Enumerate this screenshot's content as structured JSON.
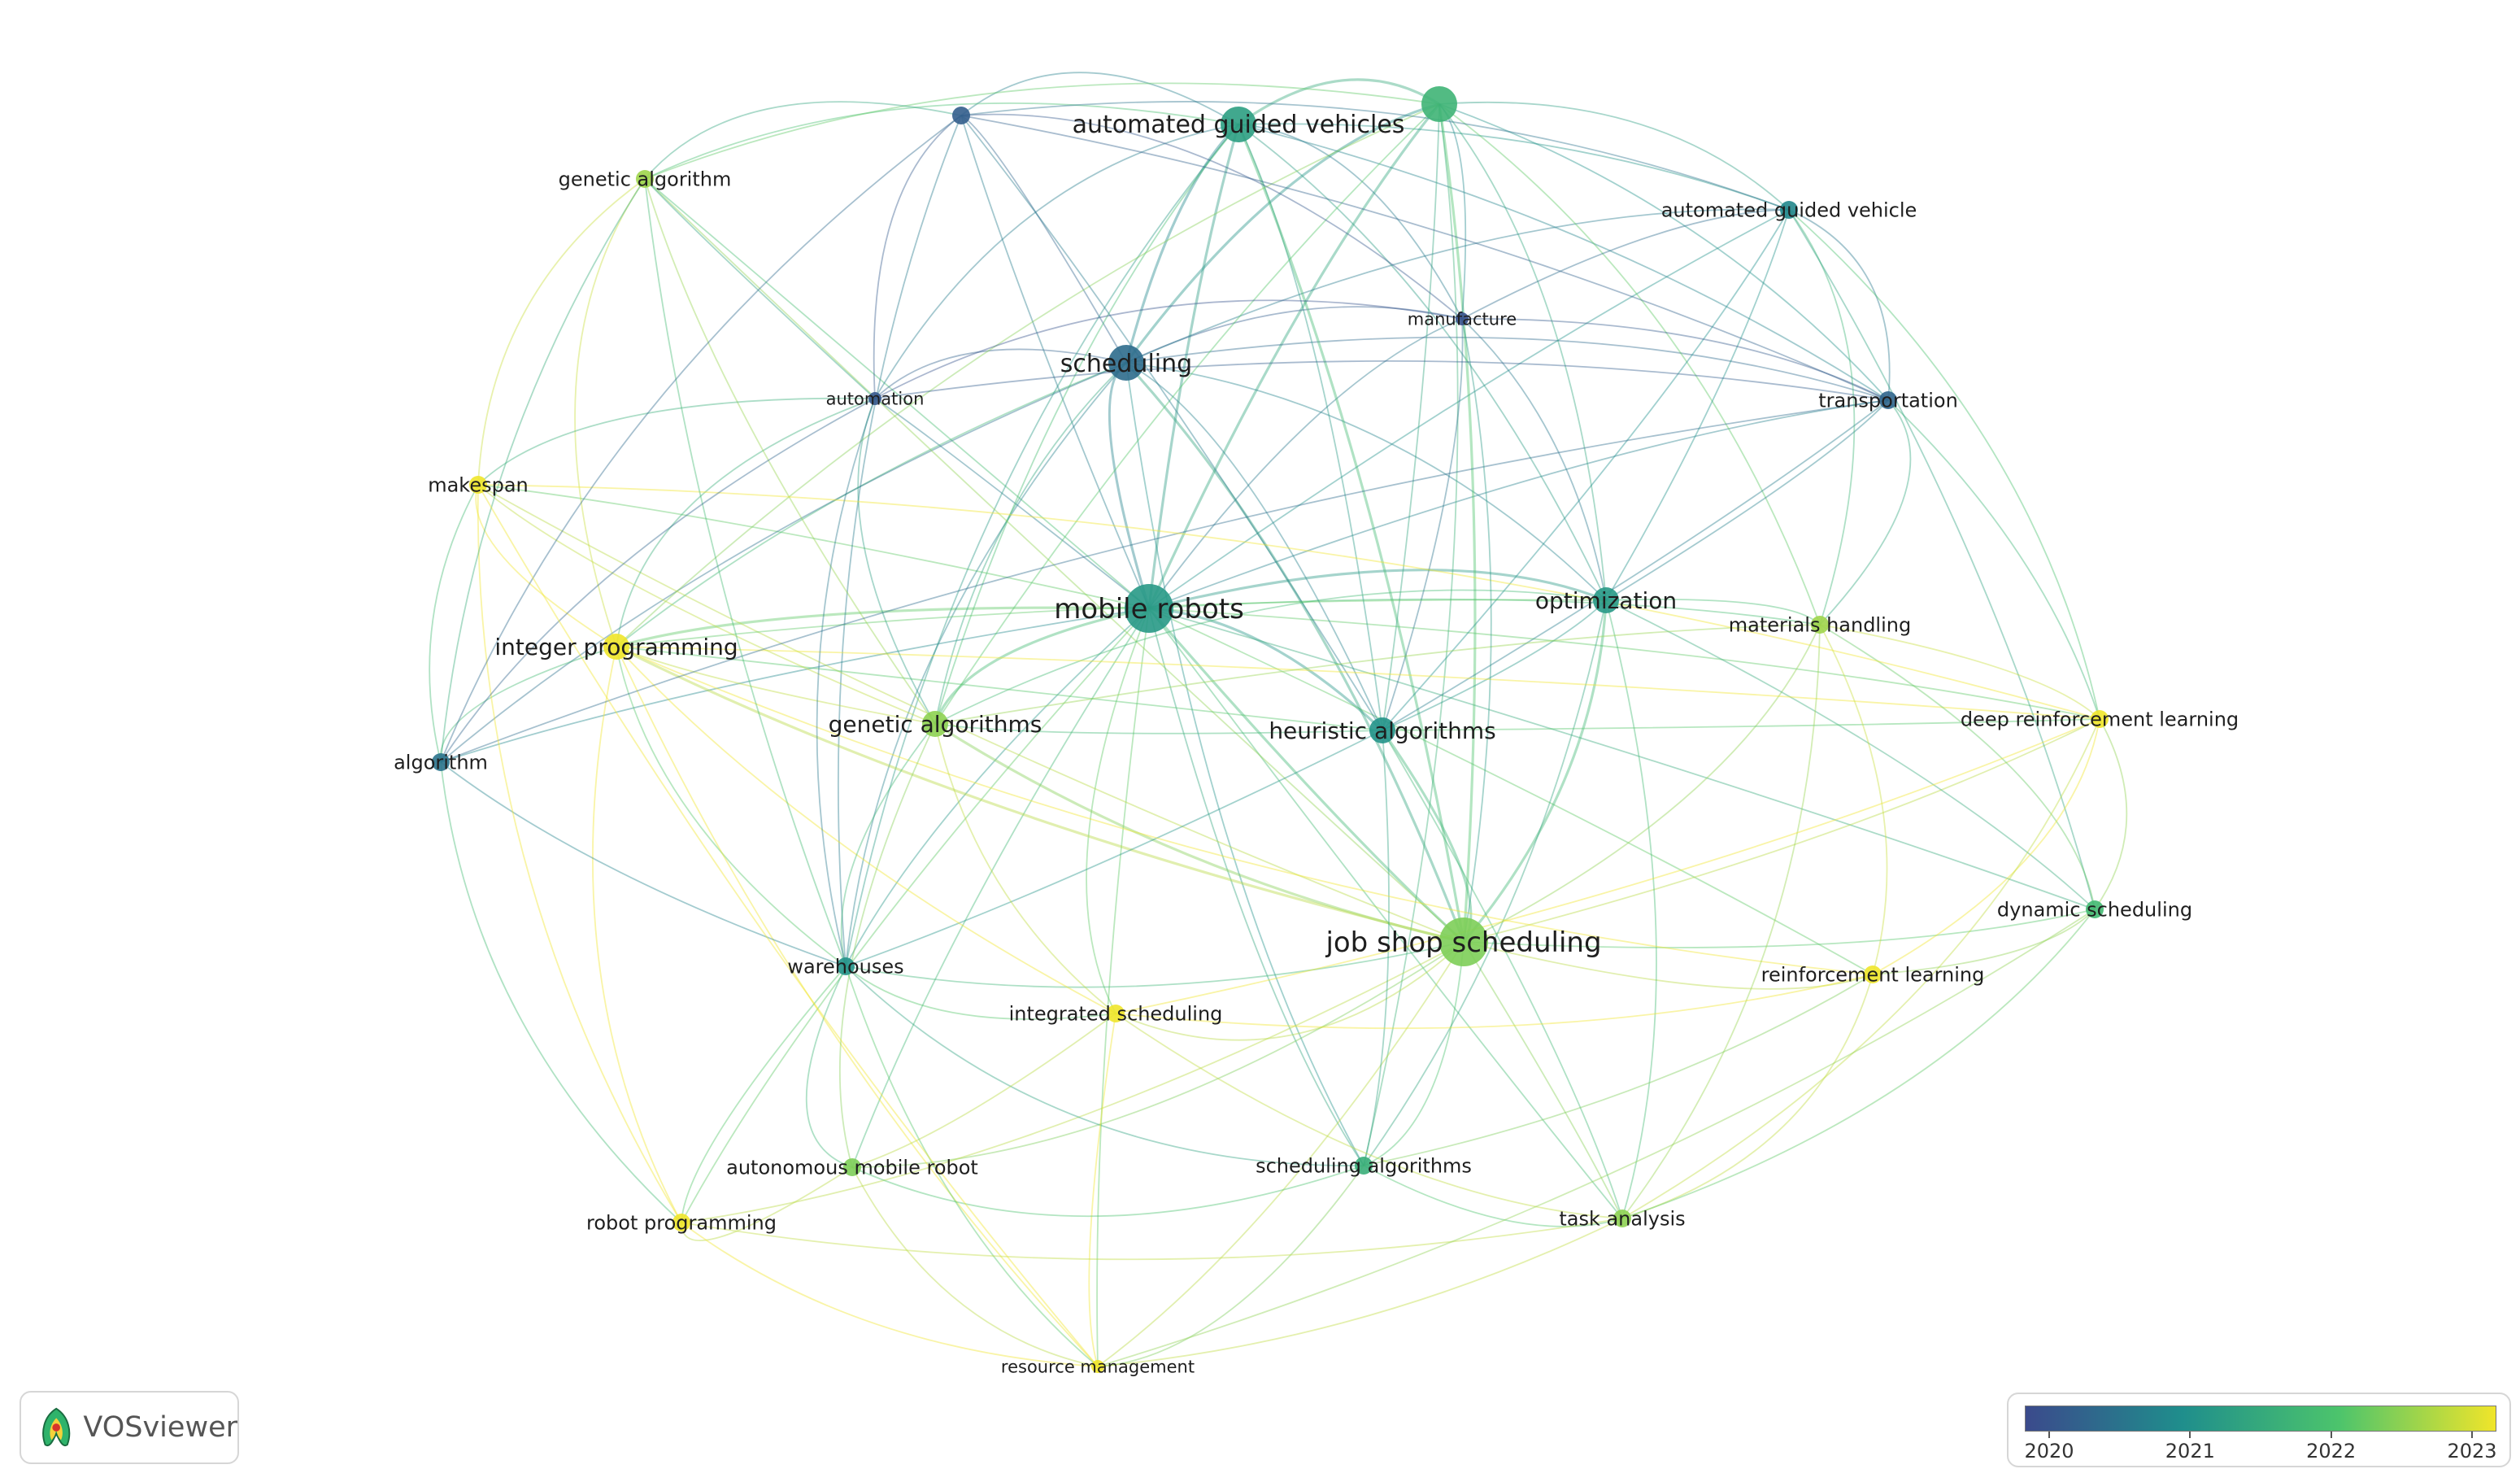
{
  "nodes": [
    {
      "id": "automated-guided-vehicles",
      "label": "automated guided vehicles",
      "year": 2021.3,
      "weight": 4
    },
    {
      "id": "unlabeled-top",
      "label": "",
      "year": 2021.7,
      "weight": 4
    },
    {
      "id": "unlabeled-small",
      "label": "",
      "year": 2020.3,
      "weight": 2
    },
    {
      "id": "genetic-algorithm",
      "label": "genetic algorithm",
      "year": 2022.5,
      "weight": 2
    },
    {
      "id": "automated-guided-vehicle",
      "label": "automated guided vehicle",
      "year": 2020.9,
      "weight": 2
    },
    {
      "id": "manufacture",
      "label": "manufacture",
      "year": 2020.1,
      "weight": 1
    },
    {
      "id": "scheduling",
      "label": "scheduling",
      "year": 2020.5,
      "weight": 4
    },
    {
      "id": "automation",
      "label": "automation",
      "year": 2020.2,
      "weight": 1
    },
    {
      "id": "transportation",
      "label": "transportation",
      "year": 2020.4,
      "weight": 2
    },
    {
      "id": "makespan",
      "label": "makespan",
      "year": 2023.0,
      "weight": 2
    },
    {
      "id": "mobile-robots",
      "label": "mobile robots",
      "year": 2021.2,
      "weight": 5
    },
    {
      "id": "optimization",
      "label": "optimization",
      "year": 2021.2,
      "weight": 3
    },
    {
      "id": "materials-handling",
      "label": "materials handling",
      "year": 2022.5,
      "weight": 2
    },
    {
      "id": "integer-programming",
      "label": "integer programming",
      "year": 2023.0,
      "weight": 3
    },
    {
      "id": "genetic-algorithms",
      "label": "genetic algorithms",
      "year": 2022.4,
      "weight": 3
    },
    {
      "id": "heuristic-algorithms",
      "label": "heuristic algorithms",
      "year": 2021.1,
      "weight": 3
    },
    {
      "id": "deep-reinforcement-learning",
      "label": "deep reinforcement learning",
      "year": 2023.0,
      "weight": 2
    },
    {
      "id": "algorithm",
      "label": "algorithm",
      "year": 2020.6,
      "weight": 2
    },
    {
      "id": "dynamic-scheduling",
      "label": "dynamic scheduling",
      "year": 2021.8,
      "weight": 2
    },
    {
      "id": "job-shop-scheduling",
      "label": "job shop scheduling",
      "year": 2022.3,
      "weight": 5
    },
    {
      "id": "reinforcement-learning",
      "label": "reinforcement learning",
      "year": 2023.0,
      "weight": 2
    },
    {
      "id": "warehouses",
      "label": "warehouses",
      "year": 2021.1,
      "weight": 2
    },
    {
      "id": "integrated-scheduling",
      "label": "integrated scheduling",
      "year": 2023.0,
      "weight": 2
    },
    {
      "id": "autonomous-mobile-robot",
      "label": "autonomous mobile robot",
      "year": 2022.3,
      "weight": 2
    },
    {
      "id": "scheduling-algorithms",
      "label": "scheduling algorithms",
      "year": 2021.6,
      "weight": 2
    },
    {
      "id": "task-analysis",
      "label": "task analysis",
      "year": 2022.4,
      "weight": 2
    },
    {
      "id": "robot-programming",
      "label": "robot programming",
      "year": 2023.0,
      "weight": 2
    },
    {
      "id": "resource-management",
      "label": "resource management",
      "year": 2023.0,
      "weight": 1
    }
  ],
  "links": [
    [
      "mobile-robots",
      "automated-guided-vehicles"
    ],
    [
      "mobile-robots",
      "unlabeled-top"
    ],
    [
      "mobile-robots",
      "scheduling"
    ],
    [
      "mobile-robots",
      "job-shop-scheduling"
    ],
    [
      "mobile-robots",
      "optimization"
    ],
    [
      "mobile-robots",
      "heuristic-algorithms"
    ],
    [
      "mobile-robots",
      "genetic-algorithms"
    ],
    [
      "mobile-robots",
      "integer-programming"
    ],
    [
      "mobile-robots",
      "warehouses"
    ],
    [
      "mobile-robots",
      "transportation"
    ],
    [
      "mobile-robots",
      "automated-guided-vehicle"
    ],
    [
      "mobile-robots",
      "manufacture"
    ],
    [
      "mobile-robots",
      "automation"
    ],
    [
      "mobile-robots",
      "unlabeled-small"
    ],
    [
      "mobile-robots",
      "scheduling-algorithms"
    ],
    [
      "mobile-robots",
      "task-analysis"
    ],
    [
      "mobile-robots",
      "reinforcement-learning"
    ],
    [
      "mobile-robots",
      "deep-reinforcement-learning"
    ],
    [
      "mobile-robots",
      "materials-handling"
    ],
    [
      "mobile-robots",
      "integrated-scheduling"
    ],
    [
      "mobile-robots",
      "autonomous-mobile-robot"
    ],
    [
      "mobile-robots",
      "makespan"
    ],
    [
      "mobile-robots",
      "genetic-algorithm"
    ],
    [
      "mobile-robots",
      "dynamic-scheduling"
    ],
    [
      "mobile-robots",
      "robot-programming"
    ],
    [
      "mobile-robots",
      "resource-management"
    ],
    [
      "mobile-robots",
      "algorithm"
    ],
    [
      "scheduling",
      "automated-guided-vehicles"
    ],
    [
      "scheduling",
      "unlabeled-top"
    ],
    [
      "scheduling",
      "unlabeled-small"
    ],
    [
      "scheduling",
      "automation"
    ],
    [
      "scheduling",
      "transportation"
    ],
    [
      "scheduling",
      "manufacture"
    ],
    [
      "scheduling",
      "optimization"
    ],
    [
      "scheduling",
      "heuristic-algorithms"
    ],
    [
      "scheduling",
      "job-shop-scheduling"
    ],
    [
      "scheduling",
      "warehouses"
    ],
    [
      "scheduling",
      "genetic-algorithms"
    ],
    [
      "scheduling",
      "automated-guided-vehicle"
    ],
    [
      "scheduling",
      "integer-programming"
    ],
    [
      "scheduling",
      "algorithm"
    ],
    [
      "scheduling",
      "scheduling-algorithms"
    ],
    [
      "automated-guided-vehicles",
      "unlabeled-top"
    ],
    [
      "automated-guided-vehicles",
      "unlabeled-small"
    ],
    [
      "automated-guided-vehicles",
      "automated-guided-vehicle"
    ],
    [
      "automated-guided-vehicles",
      "optimization"
    ],
    [
      "automated-guided-vehicles",
      "heuristic-algorithms"
    ],
    [
      "automated-guided-vehicles",
      "job-shop-scheduling"
    ],
    [
      "automated-guided-vehicles",
      "genetic-algorithm"
    ],
    [
      "automated-guided-vehicles",
      "transportation"
    ],
    [
      "automated-guided-vehicles",
      "manufacture"
    ],
    [
      "automated-guided-vehicles",
      "warehouses"
    ],
    [
      "automated-guided-vehicles",
      "genetic-algorithms"
    ],
    [
      "automated-guided-vehicles",
      "automation"
    ],
    [
      "unlabeled-top",
      "job-shop-scheduling"
    ],
    [
      "unlabeled-top",
      "optimization"
    ],
    [
      "unlabeled-top",
      "heuristic-algorithms"
    ],
    [
      "unlabeled-top",
      "automated-guided-vehicle"
    ],
    [
      "unlabeled-top",
      "genetic-algorithm"
    ],
    [
      "unlabeled-top",
      "transportation"
    ],
    [
      "unlabeled-top",
      "materials-handling"
    ],
    [
      "unlabeled-top",
      "genetic-algorithms"
    ],
    [
      "unlabeled-top",
      "integer-programming"
    ],
    [
      "unlabeled-top",
      "scheduling-algorithms"
    ],
    [
      "unlabeled-top",
      "manufacture"
    ],
    [
      "unlabeled-small",
      "automated-guided-vehicle"
    ],
    [
      "unlabeled-small",
      "transportation"
    ],
    [
      "unlabeled-small",
      "automation"
    ],
    [
      "unlabeled-small",
      "manufacture"
    ],
    [
      "unlabeled-small",
      "heuristic-algorithms"
    ],
    [
      "unlabeled-small",
      "warehouses"
    ],
    [
      "job-shop-scheduling",
      "optimization"
    ],
    [
      "job-shop-scheduling",
      "heuristic-algorithms"
    ],
    [
      "job-shop-scheduling",
      "genetic-algorithms"
    ],
    [
      "job-shop-scheduling",
      "integer-programming"
    ],
    [
      "job-shop-scheduling",
      "reinforcement-learning"
    ],
    [
      "job-shop-scheduling",
      "deep-reinforcement-learning"
    ],
    [
      "job-shop-scheduling",
      "dynamic-scheduling"
    ],
    [
      "job-shop-scheduling",
      "task-analysis"
    ],
    [
      "job-shop-scheduling",
      "scheduling-algorithms"
    ],
    [
      "job-shop-scheduling",
      "integrated-scheduling"
    ],
    [
      "job-shop-scheduling",
      "warehouses"
    ],
    [
      "job-shop-scheduling",
      "materials-handling"
    ],
    [
      "job-shop-scheduling",
      "genetic-algorithm"
    ],
    [
      "job-shop-scheduling",
      "makespan"
    ],
    [
      "job-shop-scheduling",
      "autonomous-mobile-robot"
    ],
    [
      "job-shop-scheduling",
      "resource-management"
    ],
    [
      "job-shop-scheduling",
      "robot-programming"
    ],
    [
      "optimization",
      "heuristic-algorithms"
    ],
    [
      "optimization",
      "transportation"
    ],
    [
      "optimization",
      "automated-guided-vehicle"
    ],
    [
      "optimization",
      "materials-handling"
    ],
    [
      "optimization",
      "genetic-algorithms"
    ],
    [
      "optimization",
      "scheduling-algorithms"
    ],
    [
      "optimization",
      "task-analysis"
    ],
    [
      "optimization",
      "manufacture"
    ],
    [
      "optimization",
      "dynamic-scheduling"
    ],
    [
      "heuristic-algorithms",
      "genetic-algorithms"
    ],
    [
      "heuristic-algorithms",
      "scheduling-algorithms"
    ],
    [
      "heuristic-algorithms",
      "task-analysis"
    ],
    [
      "heuristic-algorithms",
      "warehouses"
    ],
    [
      "heuristic-algorithms",
      "transportation"
    ],
    [
      "heuristic-algorithms",
      "automated-guided-vehicle"
    ],
    [
      "heuristic-algorithms",
      "manufacture"
    ],
    [
      "heuristic-algorithms",
      "deep-reinforcement-learning"
    ],
    [
      "heuristic-algorithms",
      "integer-programming"
    ],
    [
      "integer-programming",
      "makespan"
    ],
    [
      "integer-programming",
      "genetic-algorithm"
    ],
    [
      "integer-programming",
      "genetic-algorithms"
    ],
    [
      "integer-programming",
      "robot-programming"
    ],
    [
      "integer-programming",
      "integrated-scheduling"
    ],
    [
      "integer-programming",
      "algorithm"
    ],
    [
      "integer-programming",
      "deep-reinforcement-learning"
    ],
    [
      "integer-programming",
      "warehouses"
    ],
    [
      "integer-programming",
      "automation"
    ],
    [
      "integer-programming",
      "resource-management"
    ],
    [
      "integer-programming",
      "reinforcement-learning"
    ],
    [
      "integer-programming",
      "optimization"
    ],
    [
      "genetic-algorithms",
      "genetic-algorithm"
    ],
    [
      "genetic-algorithms",
      "makespan"
    ],
    [
      "genetic-algorithms",
      "warehouses"
    ],
    [
      "genetic-algorithms",
      "autonomous-mobile-robot"
    ],
    [
      "genetic-algorithms",
      "integrated-scheduling"
    ],
    [
      "genetic-algorithms",
      "automation"
    ],
    [
      "genetic-algorithms",
      "materials-handling"
    ],
    [
      "transportation",
      "automated-guided-vehicle"
    ],
    [
      "transportation",
      "materials-handling"
    ],
    [
      "transportation",
      "manufacture"
    ],
    [
      "transportation",
      "algorithm"
    ],
    [
      "transportation",
      "deep-reinforcement-learning"
    ],
    [
      "transportation",
      "automation"
    ],
    [
      "automated-guided-vehicle",
      "materials-handling"
    ],
    [
      "automated-guided-vehicle",
      "manufacture"
    ],
    [
      "automated-guided-vehicle",
      "deep-reinforcement-learning"
    ],
    [
      "automated-guided-vehicle",
      "dynamic-scheduling"
    ],
    [
      "materials-handling",
      "deep-reinforcement-learning"
    ],
    [
      "materials-handling",
      "dynamic-scheduling"
    ],
    [
      "materials-handling",
      "reinforcement-learning"
    ],
    [
      "materials-handling",
      "task-analysis"
    ],
    [
      "deep-reinforcement-learning",
      "dynamic-scheduling"
    ],
    [
      "deep-reinforcement-learning",
      "reinforcement-learning"
    ],
    [
      "deep-reinforcement-learning",
      "task-analysis"
    ],
    [
      "deep-reinforcement-learning",
      "integrated-scheduling"
    ],
    [
      "deep-reinforcement-learning",
      "makespan"
    ],
    [
      "reinforcement-learning",
      "dynamic-scheduling"
    ],
    [
      "reinforcement-learning",
      "task-analysis"
    ],
    [
      "reinforcement-learning",
      "scheduling-algorithms"
    ],
    [
      "reinforcement-learning",
      "integrated-scheduling"
    ],
    [
      "warehouses",
      "autonomous-mobile-robot"
    ],
    [
      "warehouses",
      "integrated-scheduling"
    ],
    [
      "warehouses",
      "robot-programming"
    ],
    [
      "warehouses",
      "algorithm"
    ],
    [
      "warehouses",
      "automation"
    ],
    [
      "warehouses",
      "scheduling-algorithms"
    ],
    [
      "warehouses",
      "resource-management"
    ],
    [
      "integrated-scheduling",
      "resource-management"
    ],
    [
      "integrated-scheduling",
      "autonomous-mobile-robot"
    ],
    [
      "integrated-scheduling",
      "task-analysis"
    ],
    [
      "autonomous-mobile-robot",
      "robot-programming"
    ],
    [
      "autonomous-mobile-robot",
      "resource-management"
    ],
    [
      "autonomous-mobile-robot",
      "scheduling-algorithms"
    ],
    [
      "scheduling-algorithms",
      "task-analysis"
    ],
    [
      "scheduling-algorithms",
      "resource-management"
    ],
    [
      "task-analysis",
      "resource-management"
    ],
    [
      "task-analysis",
      "robot-programming"
    ],
    [
      "robot-programming",
      "makespan"
    ],
    [
      "robot-programming",
      "resource-management"
    ],
    [
      "robot-programming",
      "algorithm"
    ],
    [
      "makespan",
      "algorithm"
    ],
    [
      "makespan",
      "genetic-algorithm"
    ],
    [
      "makespan",
      "automation"
    ],
    [
      "genetic-algorithm",
      "automation"
    ],
    [
      "genetic-algorithm",
      "unlabeled-small"
    ],
    [
      "genetic-algorithm",
      "warehouses"
    ],
    [
      "algorithm",
      "automation"
    ],
    [
      "algorithm",
      "unlabeled-small"
    ],
    [
      "algorithm",
      "genetic-algorithm"
    ],
    [
      "automation",
      "manufacture"
    ],
    [
      "manufacture",
      "job-shop-scheduling"
    ],
    [
      "dynamic-scheduling",
      "task-analysis"
    ],
    [
      "resource-management",
      "makespan"
    ],
    [
      "resource-management",
      "dynamic-scheduling"
    ]
  ],
  "legend": {
    "scale": "overlay year",
    "ticks": [
      "2020",
      "2021",
      "2022",
      "2023"
    ],
    "min": 2020,
    "max": 2023
  },
  "logo": {
    "text": "VOSviewer"
  },
  "colors": {
    "c2020": "#3b4a8c",
    "c2021": "#1f8e8c",
    "c2022": "#4cc46c",
    "c2023": "#f0e52a"
  }
}
